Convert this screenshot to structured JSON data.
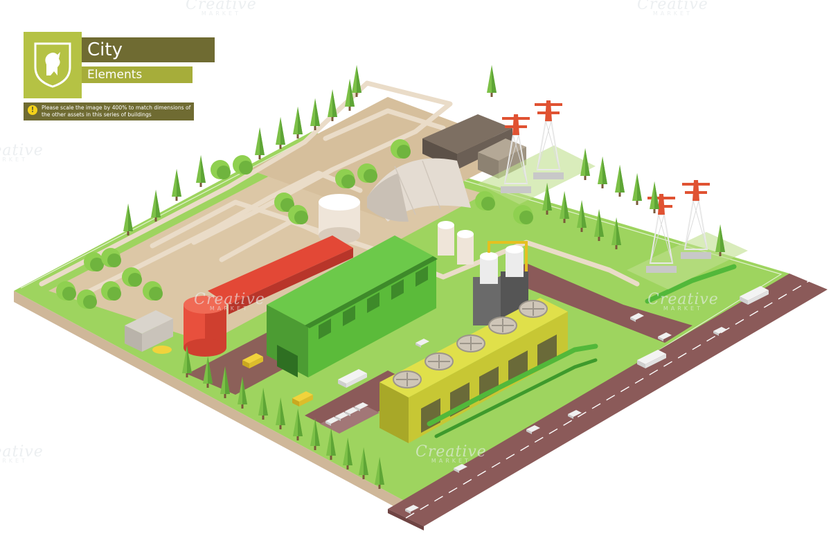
{
  "header": {
    "title": "City",
    "subtitle": "Elements",
    "notice": "Please scale the image by 400% to match dimensions of the other assets in this series of buildings",
    "warning_glyph": "!"
  },
  "watermark": {
    "brand": "Creative",
    "sub": "MARKET"
  },
  "colors": {
    "grass": "#9ed45f",
    "dirt": "#d9c3a3",
    "road": "#8b5a59",
    "badge": "#b5c244",
    "bar_dark": "#6f6b32",
    "building_green": "#5bbb3a",
    "cooling_yellow": "#d4d43a",
    "tank_red": "#e14b3a",
    "pylon_red": "#e05232"
  },
  "icons": [
    "shield-lion-icon",
    "warning-icon"
  ]
}
